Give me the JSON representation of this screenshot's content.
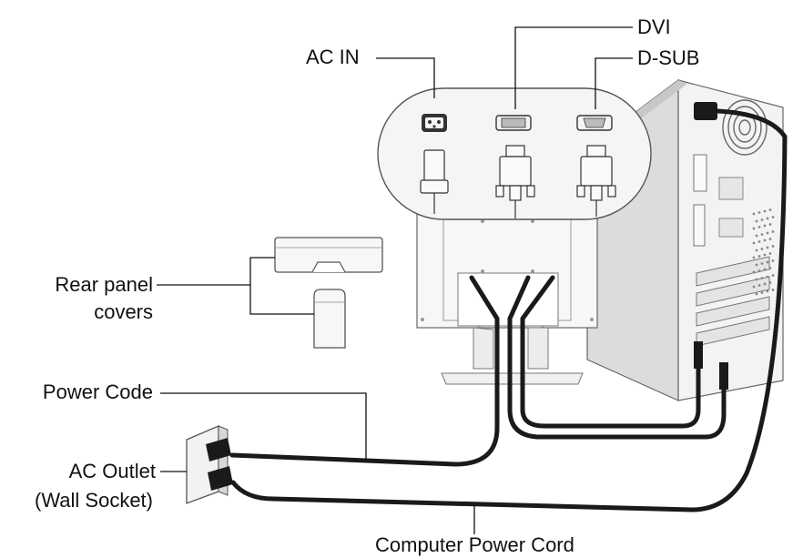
{
  "labels": {
    "ac_in": "AC IN",
    "dvi": "DVI",
    "dsub": "D-SUB",
    "rear_panel_covers_line1": "Rear panel",
    "rear_panel_covers_line2": "covers",
    "power_code": "Power Code",
    "ac_outlet_line1": "AC Outlet",
    "ac_outlet_line2": "(Wall Socket)",
    "computer_power_cord": "Computer Power Cord"
  },
  "colors": {
    "line": "#111111",
    "cable": "#1a1a1a",
    "outline": "#555555",
    "panel_fill": "#f2f2f2",
    "tower_fill": "#eeeeee",
    "tower_side": "#d9d9d9",
    "outlet_fill": "#f4f4f4"
  }
}
